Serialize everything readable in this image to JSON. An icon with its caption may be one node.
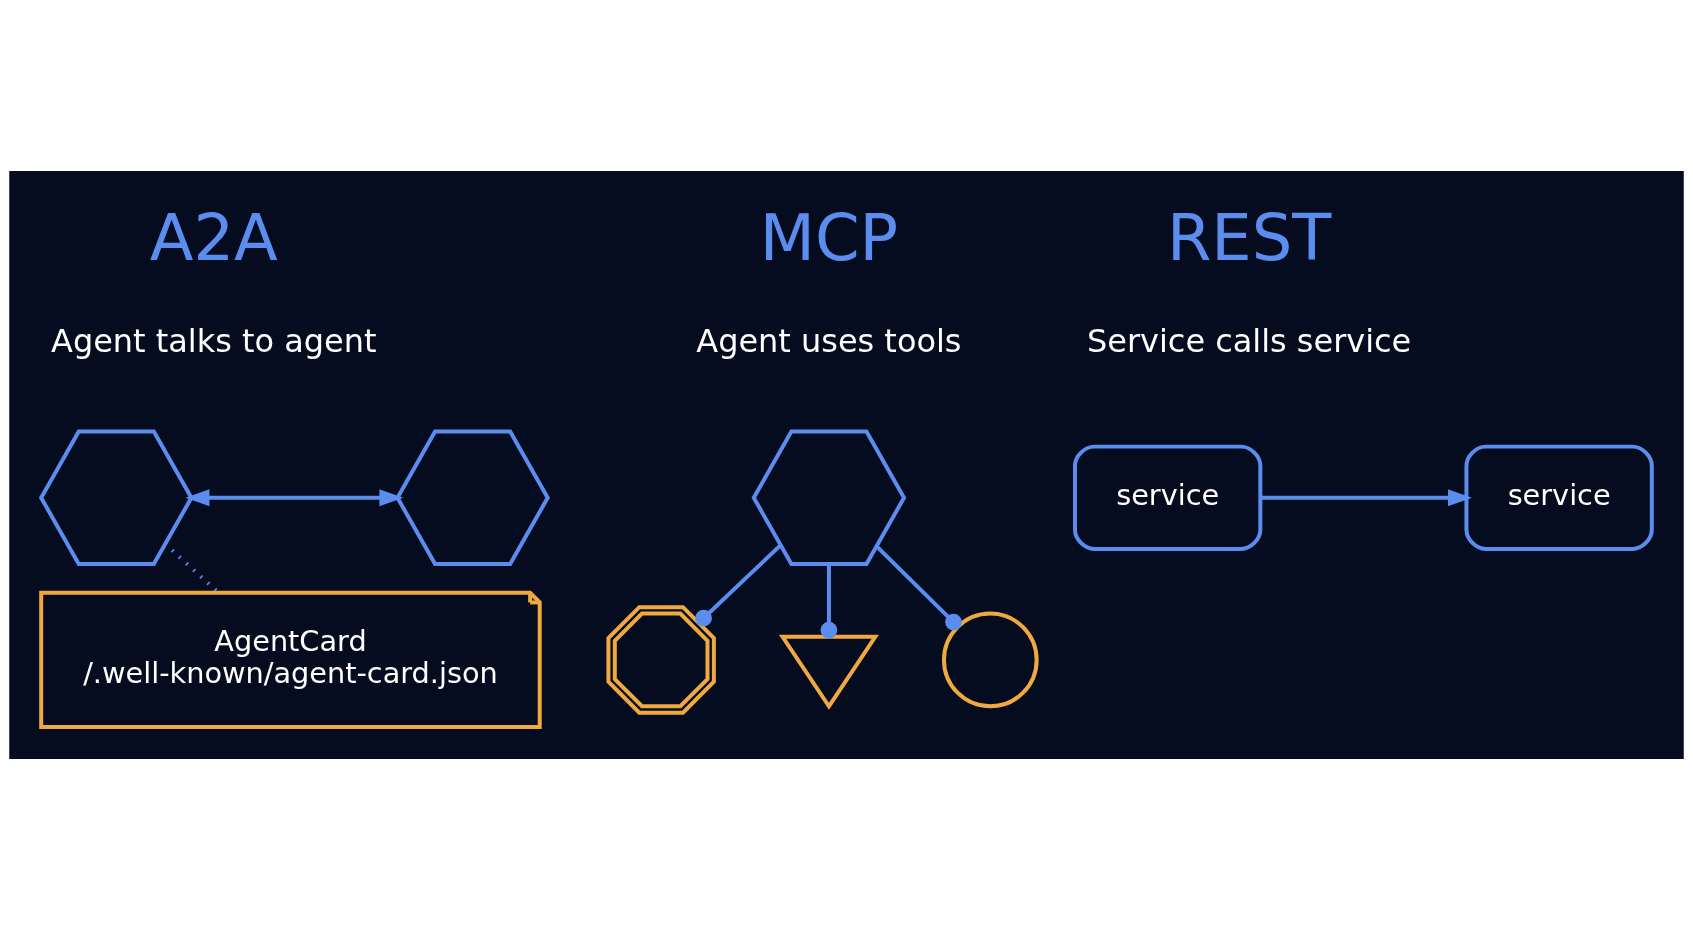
{
  "diagram": {
    "nodes": [
      {
        "text": [],
        "shape": "hexagon"
      },
      {
        "text": [],
        "shape": "hexagon"
      },
      {
        "text": [
          "AgentCard",
          "/.well-known/agent-card.json"
        ]
      },
      {
        "text": [],
        "shape": "hexagon"
      },
      {
        "text": [],
        "shape": "gear"
      },
      {
        "text": [],
        "shape": "wrench"
      },
      {
        "text": [],
        "shape": "magnifier"
      },
      {
        "text": [
          "service"
        ]
      },
      {
        "text": [
          "service"
        ]
      }
    ],
    "edges": [
      {
        "from": 0,
        "to": 1,
        "arrow": "both"
      },
      {
        "from": 0,
        "to": 2,
        "arrow": "none",
        "style": "dashed"
      },
      {
        "from": 3,
        "to": 4,
        "arrow": "other"
      },
      {
        "from": 3,
        "to": 5,
        "arrow": "other"
      },
      {
        "from": 3,
        "to": 6,
        "arrow": "other"
      },
      {
        "from": 7,
        "to": 8,
        "arrow": "to"
      }
    ],
    "labels": [
      "A2A",
      "Agent talks to agent",
      "MCP",
      "Agent uses tools",
      "REST",
      "Service calls service"
    ]
  }
}
